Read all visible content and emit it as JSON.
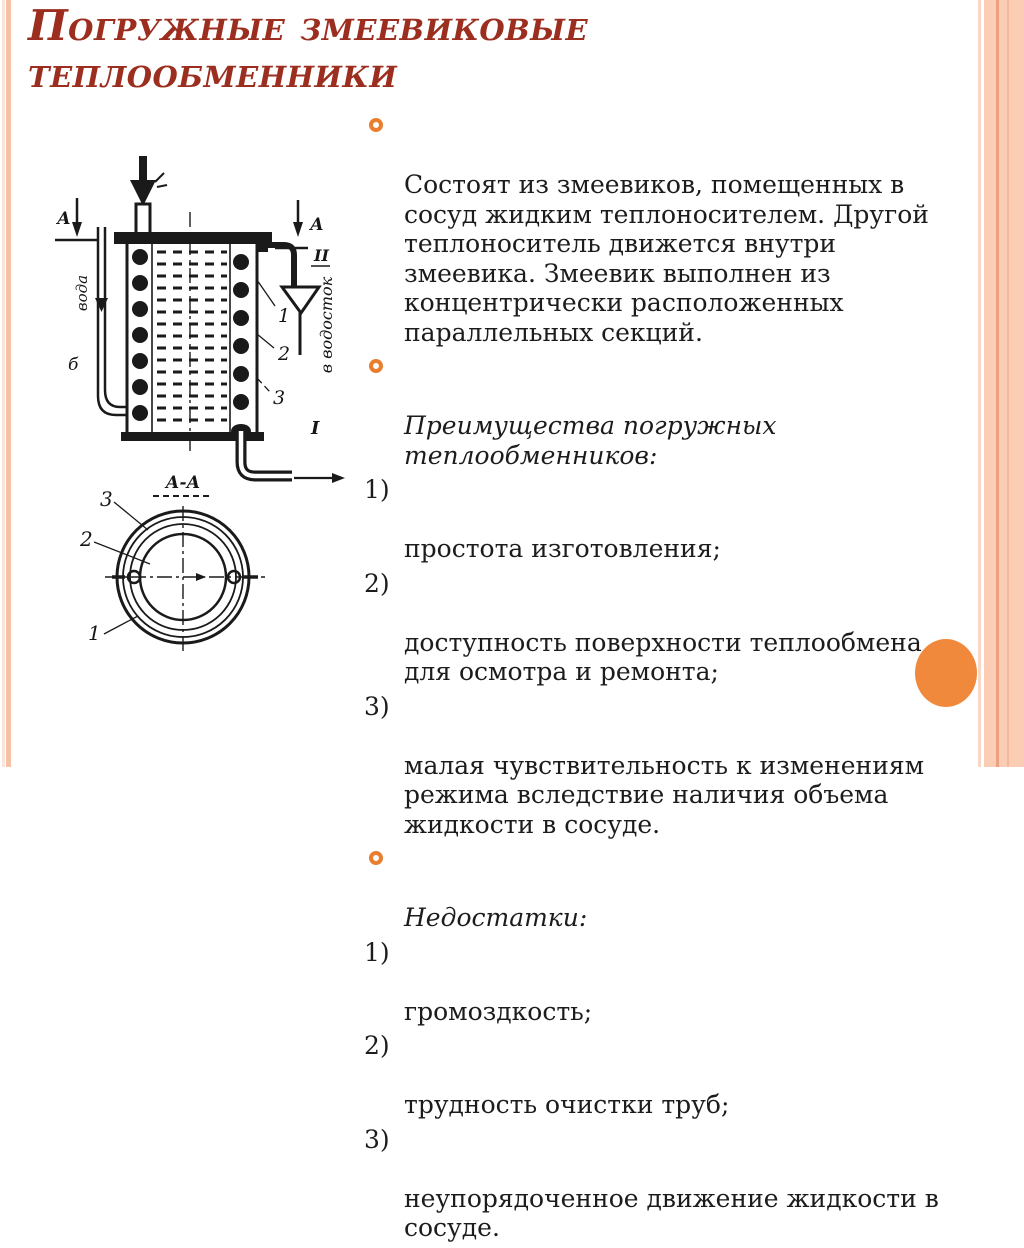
{
  "slide": {
    "title": "Погружные змеевиковые теплообменники",
    "items": [
      {
        "kind": "bullet",
        "text": "Состоят из змеевиков, помещенных в\nсосуд жидким теплоносителем. Другой\nтеплоноситель движется внутри\nзмеевика. Змеевик выполнен из\nконцентрически расположенных\nпараллельных секций."
      },
      {
        "kind": "bullet",
        "emphasis": true,
        "text": "Преимущества погружных\nтеплообменников:"
      },
      {
        "kind": "numbered",
        "marker": "1)",
        "text": "простота изготовления;"
      },
      {
        "kind": "numbered",
        "marker": "2)",
        "text": "доступность поверхности теплообмена\nдля осмотра и ремонта;"
      },
      {
        "kind": "numbered",
        "marker": "3)",
        "text": "малая чувствительность к изменениям\nрежима вследствие наличия объема\nжидкости в сосуде."
      },
      {
        "kind": "bullet",
        "emphasis": true,
        "text": "Недостатки:"
      },
      {
        "kind": "numbered",
        "marker": "1)",
        "text": "громоздкость;"
      },
      {
        "kind": "numbered",
        "marker": "2)",
        "text": "трудность очистки труб;"
      },
      {
        "kind": "numbered",
        "marker": "3)",
        "text": "неупорядоченное движение жидкости в\nсосуде."
      }
    ]
  },
  "diagram": {
    "labels": {
      "section_a": "А",
      "roman_ii": "II",
      "roman_i": "I",
      "drain": "в водосток",
      "water": "вода",
      "b": "б",
      "n1": "1",
      "n2": "2",
      "n3": "3",
      "section_aa": "А-А"
    }
  },
  "colors": {
    "title_red": "#9C2E1F",
    "bullet_ring_orange": "#E87E2E",
    "decor_circle_orange": "#F0893B",
    "border_salmon": "#F5C2A8"
  }
}
